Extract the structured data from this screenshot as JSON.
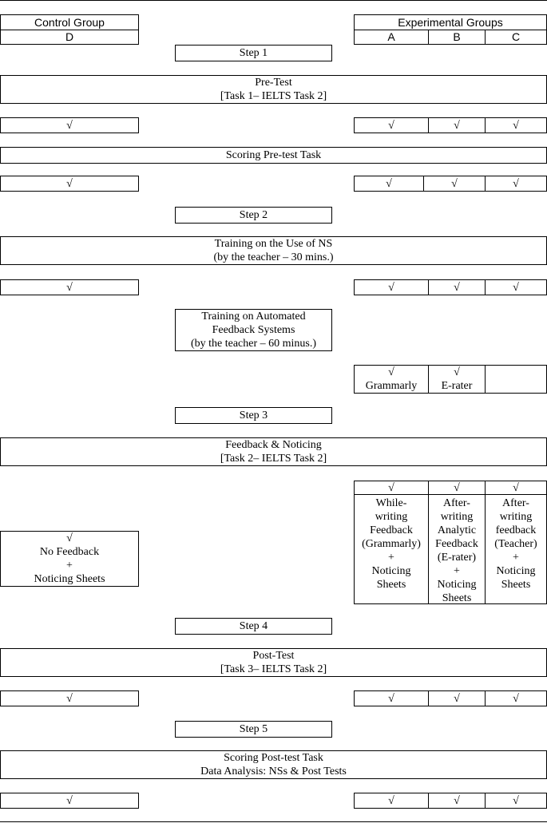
{
  "header": {
    "control_label": "Control Group",
    "control_sub": "D",
    "experimental_label": "Experimental Groups",
    "groups": [
      "A",
      "B",
      "C"
    ]
  },
  "check": "√",
  "steps": [
    "Step 1",
    "Step 2",
    "Step 3",
    "Step 4",
    "Step 5"
  ],
  "pretest": {
    "line1": "Pre-Test",
    "line2": "[Task 1– IELTS Task 2]"
  },
  "scoring_pretest": "Scoring Pre-test Task",
  "training_ns": {
    "line1": "Training on the Use of NS",
    "line2": "(by the teacher – 30 mins.)"
  },
  "training_afs": {
    "line1": "Training on Automated",
    "line2": "Feedback Systems",
    "line3": "(by the teacher – 60 minus.)"
  },
  "afs_tools": {
    "a": "Grammarly",
    "b": "E-rater"
  },
  "feedback": {
    "line1": "Feedback & Noticing",
    "line2": "[Task 2– IELTS Task 2]"
  },
  "control_feedback": [
    "No Feedback",
    "+",
    "Noticing Sheets"
  ],
  "group_feedback": {
    "a": [
      "While-",
      "writing",
      "Feedback",
      "(Grammarly)",
      "+",
      "Noticing",
      "Sheets"
    ],
    "b": [
      "After-",
      "writing",
      "Analytic",
      "Feedback",
      "(E-rater)",
      "+",
      "Noticing",
      "Sheets"
    ],
    "c": [
      "After-",
      "writing",
      "feedback",
      "(Teacher)",
      "+",
      "Noticing",
      "Sheets"
    ]
  },
  "posttest": {
    "line1": "Post-Test",
    "line2": "[Task 3– IELTS Task 2]"
  },
  "scoring_posttest": {
    "line1": "Scoring Post-test Task",
    "line2": "Data Analysis: NSs & Post Tests"
  }
}
